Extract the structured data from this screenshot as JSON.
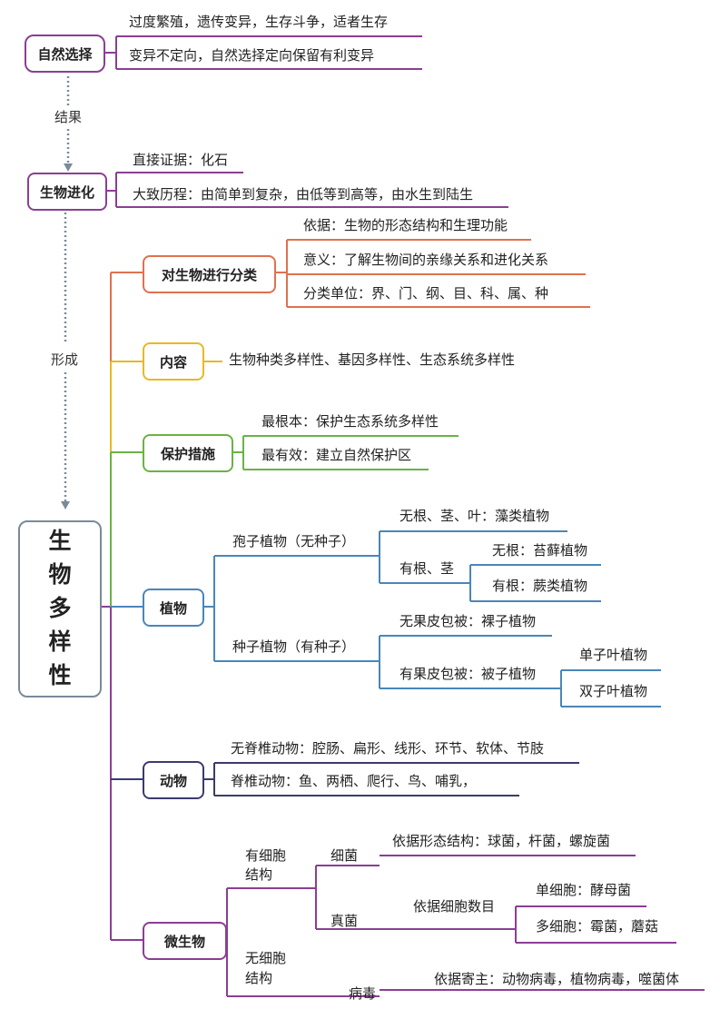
{
  "colors": {
    "nature_select": "#8a3f93",
    "evolution": "#8a3f93",
    "classify": "#e0714f",
    "content": "#e8b923",
    "protect": "#6ab247",
    "plants": "#4a86b8",
    "animals": "#3c3a6e",
    "microbes": "#8a3f93",
    "arrow": "#7a8a99"
  },
  "natural_selection": {
    "label": "自然选择",
    "items": [
      "过度繁殖，遗传变异，生存斗争，适者生存",
      "变异不定向，自然选择定向保留有利变异"
    ]
  },
  "result_label": "结果",
  "evolution": {
    "label": "生物进化",
    "items": [
      "直接证据：化石",
      "大致历程：由简单到复杂，由低等到高等，由水生到陆生"
    ]
  },
  "form_label": "形成",
  "root": {
    "chars": [
      "生",
      "物",
      "多",
      "样",
      "性"
    ]
  },
  "classify": {
    "label": "对生物进行分类",
    "items": [
      "依据：生物的形态结构和生理功能",
      "意义：了解生物间的亲缘关系和进化关系",
      "分类单位：界、门、纲、目、科、属、种"
    ]
  },
  "content": {
    "label": "内容",
    "text": "生物种类多样性、基因多样性、生态系统多样性"
  },
  "protect": {
    "label": "保护措施",
    "items": [
      "最根本：保护生态系统多样性",
      "最有效：建立自然保护区"
    ]
  },
  "plants": {
    "label": "植物",
    "spore": "孢子植物（无种子）",
    "spore_no_root": "无根、茎、叶：藻类植物",
    "spore_root": "有根、茎",
    "moss": "无根：苔藓植物",
    "fern": "有根：蕨类植物",
    "seed": "种子植物（有种子）",
    "gymno": "无果皮包被：裸子植物",
    "angio": "有果皮包被：被子植物",
    "mono": "单子叶植物",
    "di": "双子叶植物"
  },
  "animals": {
    "label": "动物",
    "invert": "无脊椎动物：腔肠、扁形、线形、环节、软体、节肢",
    "vert": "脊椎动物：鱼、两栖、爬行、鸟、哺乳，"
  },
  "microbes": {
    "label": "微生物",
    "cellular_1": "有细胞",
    "cellular_2": "结构",
    "bacteria": "细菌",
    "bacteria_basis": "依据形态结构：球菌，杆菌，螺旋菌",
    "fungi": "真菌",
    "fungi_basis": "依据细胞数目",
    "unicell": "单细胞：酵母菌",
    "multicell": "多细胞：霉菌，蘑菇",
    "acellular_1": "无细胞",
    "acellular_2": "结构",
    "virus": "病毒",
    "virus_basis": "依据寄主：动物病毒，植物病毒，噬菌体"
  }
}
